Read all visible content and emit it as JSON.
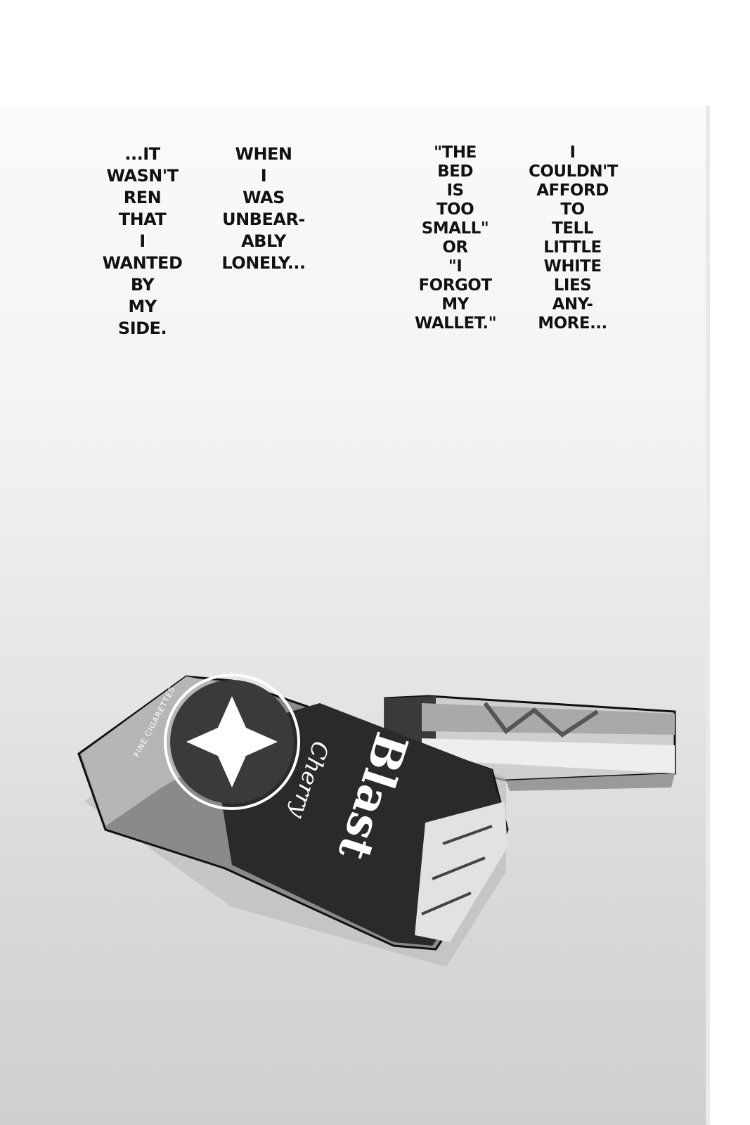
{
  "captions": [
    {
      "text": "...IT\nWASN'T\nREN\nTHAT\nI\nWANTED\nBY\nMY\nSIDE."
    },
    {
      "text": "WHEN\nI\nWAS\nUNBEAR-\nABLY\nLONELY..."
    },
    {
      "text": "\"THE\nBED\nIS\nTOO\nSMALL\"\nOR\n\"I\nFORGOT\nMY\nWALLET.\""
    },
    {
      "text": "I\nCOULDN'T\nAFFORD\nTO\nTELL\nLITTLE\nWHITE\nLIES\nANY-\nMORE..."
    }
  ],
  "pack": {
    "brand": "Blast",
    "flavor": "Cherry",
    "ring_text": "FINE CIGARETTES"
  },
  "colors": {
    "pack_dark": "#2a2a2a",
    "pack_mid": "#6b6b6b",
    "lighter_body": "#d8d8d8",
    "background_bottom": "#cfcfcf"
  }
}
